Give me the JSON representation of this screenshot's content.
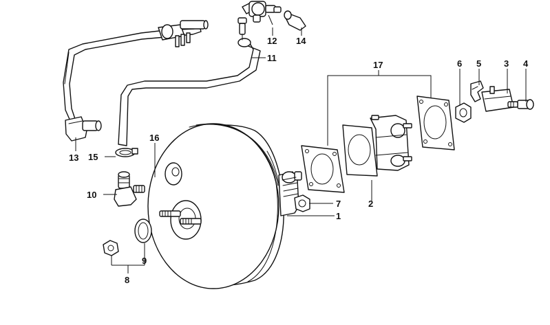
{
  "diagram": {
    "callouts": [
      {
        "id": "1",
        "label": "1"
      },
      {
        "id": "2",
        "label": "2"
      },
      {
        "id": "3",
        "label": "3"
      },
      {
        "id": "4",
        "label": "4"
      },
      {
        "id": "5",
        "label": "5"
      },
      {
        "id": "6",
        "label": "6"
      },
      {
        "id": "7",
        "label": "7"
      },
      {
        "id": "8",
        "label": "8"
      },
      {
        "id": "9",
        "label": "9"
      },
      {
        "id": "10",
        "label": "10"
      },
      {
        "id": "11",
        "label": "11"
      },
      {
        "id": "12",
        "label": "12"
      },
      {
        "id": "13",
        "label": "13"
      },
      {
        "id": "14",
        "label": "14"
      },
      {
        "id": "15",
        "label": "15"
      },
      {
        "id": "16",
        "label": "16"
      },
      {
        "id": "17",
        "label": "17"
      }
    ],
    "colors": {
      "line": "#111111",
      "background": "#ffffff"
    }
  }
}
